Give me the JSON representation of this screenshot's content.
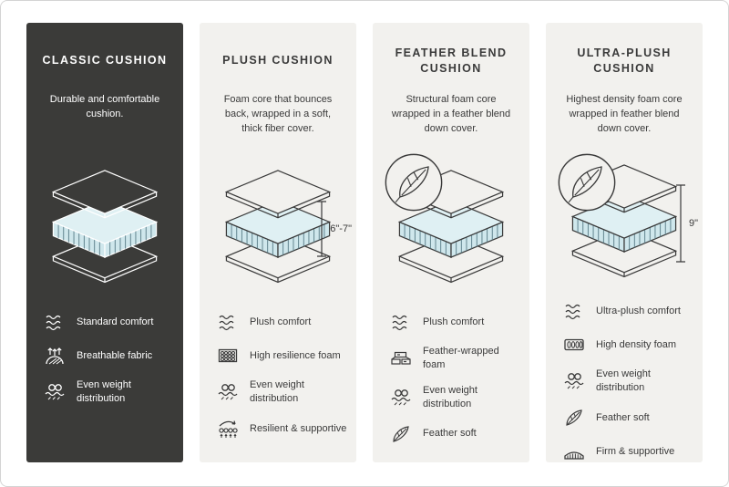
{
  "colors": {
    "dark_panel": "#3b3b39",
    "light_panel": "#f2f1ee",
    "line_on_dark": "#ffffff",
    "line_on_light": "#3a3a3a",
    "cushion_core_blue": "#cfe7ec"
  },
  "panels": [
    {
      "id": "classic",
      "title": "CLASSIC CUSHION",
      "description": "Durable and comfortable cushion.",
      "dimension": null,
      "has_feather_badge": false,
      "features": [
        {
          "icon": "wave-icon",
          "label": "Standard comfort"
        },
        {
          "icon": "breathable-fabric-icon",
          "label": "Breathable fabric"
        },
        {
          "icon": "weight-distribution-icon",
          "label": "Even weight distribution"
        }
      ]
    },
    {
      "id": "plush",
      "title": "PLUSH CUSHION",
      "description": "Foam core that bounces back, wrapped in a soft, thick fiber cover.",
      "dimension": "6\"-7\"",
      "has_feather_badge": false,
      "features": [
        {
          "icon": "wave-icon",
          "label": "Plush comfort"
        },
        {
          "icon": "resilience-foam-icon",
          "label": "High resilience foam"
        },
        {
          "icon": "weight-distribution-icon",
          "label": "Even weight distribution"
        },
        {
          "icon": "spring-support-icon",
          "label": "Resilient & supportive"
        }
      ]
    },
    {
      "id": "feather-blend",
      "title": "FEATHER BLEND CUSHION",
      "description": "Structural foam core wrapped in a feather blend down cover.",
      "dimension": null,
      "has_feather_badge": true,
      "features": [
        {
          "icon": "wave-icon",
          "label": "Plush comfort"
        },
        {
          "icon": "feather-wrapped-foam-icon",
          "label": "Feather-wrapped foam"
        },
        {
          "icon": "weight-distribution-icon",
          "label": "Even weight distribution"
        },
        {
          "icon": "feather-icon",
          "label": "Feather soft"
        }
      ]
    },
    {
      "id": "ultra-plush",
      "title": "ULTRA-PLUSH CUSHION",
      "description": "Highest density foam core wrapped in feather blend down cover.",
      "dimension": "9\"",
      "has_feather_badge": true,
      "features": [
        {
          "icon": "wave-icon",
          "label": "Ultra-plush comfort"
        },
        {
          "icon": "density-foam-icon",
          "label": "High density foam"
        },
        {
          "icon": "weight-distribution-icon",
          "label": "Even weight distribution"
        },
        {
          "icon": "feather-icon",
          "label": "Feather soft"
        },
        {
          "icon": "firm-support-icon",
          "label": "Firm & supportive"
        }
      ]
    }
  ]
}
